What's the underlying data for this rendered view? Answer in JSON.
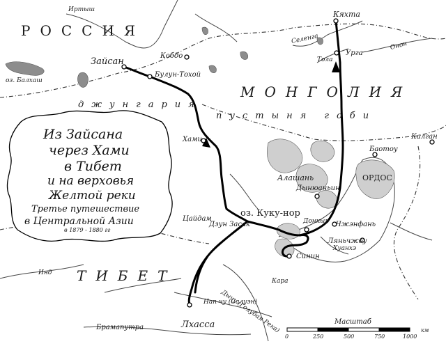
{
  "title": {
    "line1": "Из Зайсана",
    "line2": "через Хами",
    "line3": "в Тибет",
    "line4": "и на верховья",
    "line5": "Желтой реки",
    "subtitle1": "Третье путешествие",
    "subtitle2": "в Центральной Азии",
    "years": "в 1879 - 1880 гг"
  },
  "regions": {
    "russia": "РОССИЯ",
    "mongolia": "МОНГОЛИЯ",
    "gobi": "пустыня гоби",
    "dzungaria": "джунгария",
    "tibet": "ТИБЕТ",
    "ordos": "ОРДОС",
    "alashan": "Алашань"
  },
  "places": {
    "zaisan": "Зайсан",
    "kyakhta": "Кяхта",
    "urga": "Урга",
    "kobdo": "Кобдо",
    "bulun_tokhoi": "Булун-Тохой",
    "hami": "Хами",
    "baotou": "Баотоу",
    "kalgan": "Калган",
    "dyn_yuan_in": "Дынюаньин",
    "chzhen_fan": "Чжэнфань",
    "dzun_zasak": "Дзун Засак",
    "syning": "Синин",
    "donkyr": "Донкыр",
    "lyanchzhou": "Ляньчжоу",
    "lhasa": "Лхасса",
    "kuku_nor": "оз. Куку-нор",
    "tsaidam": "Цайдам"
  },
  "rivers": {
    "irtysh": "Иртыш",
    "selenga": "Селенга",
    "tola": "Тола",
    "onon": "Онон",
    "huanhe": "Хуанхэ",
    "brahmaputra": "Брамапутра",
    "indus": "Инд",
    "dychu": "Дычу (Голубая Река)",
    "nagchu": "Нап-чу (Салуэн)",
    "kara": "Кара",
    "balkhash": "оз. Балхаш"
  },
  "scale": {
    "label": "Масштаб",
    "ticks": [
      "0",
      "250",
      "500",
      "750",
      "1000"
    ],
    "unit": "км",
    "max_km": 1000
  },
  "colors": {
    "ink": "#1a1a1a",
    "route": "#000000",
    "paper": "#ffffff"
  }
}
